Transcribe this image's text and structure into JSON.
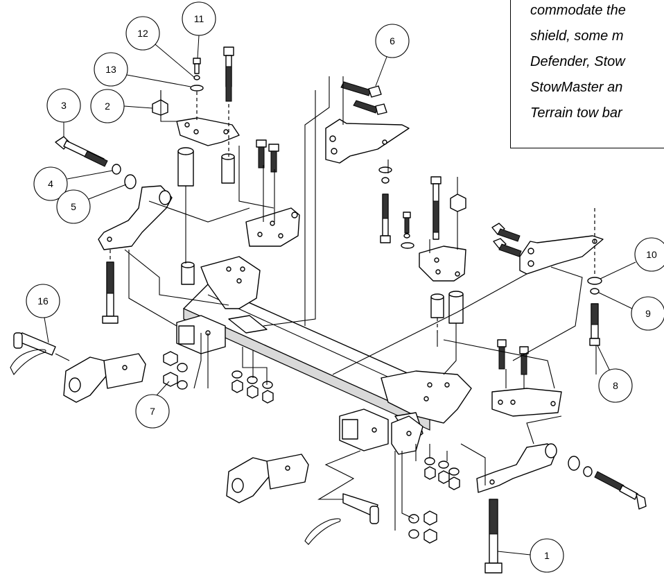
{
  "note": {
    "lines": [
      "commodate the",
      "shield, some m",
      "Defender, Stow",
      "StowMaster an",
      "Terrain tow bar"
    ]
  },
  "callouts": [
    {
      "id": "c1",
      "label": "1"
    },
    {
      "id": "c2",
      "label": "2"
    },
    {
      "id": "c3",
      "label": "3"
    },
    {
      "id": "c4",
      "label": "4"
    },
    {
      "id": "c5",
      "label": "5"
    },
    {
      "id": "c6",
      "label": "6"
    },
    {
      "id": "c7",
      "label": "7"
    },
    {
      "id": "c8",
      "label": "8"
    },
    {
      "id": "c9",
      "label": "9"
    },
    {
      "id": "c10",
      "label": "10"
    },
    {
      "id": "c11",
      "label": "11"
    },
    {
      "id": "c12",
      "label": "12"
    },
    {
      "id": "c13",
      "label": "13"
    },
    {
      "id": "c16",
      "label": "16"
    }
  ]
}
